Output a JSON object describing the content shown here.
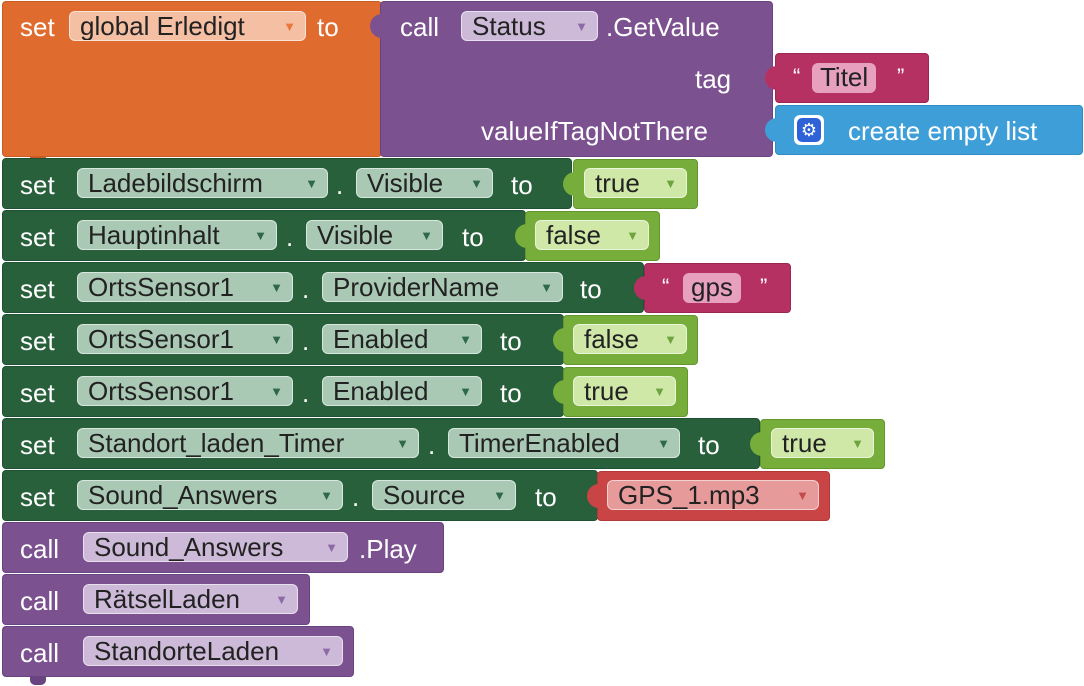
{
  "colors": {
    "variables_orange": "#e06b2e",
    "procedures_purple": "#7b5190",
    "component_setter_green": "#27603b",
    "logic_green": "#77ad3a",
    "text_magenta": "#b53162",
    "lists_blue": "#3e9fd8",
    "asset_red": "#c94545"
  },
  "global_set": {
    "set_label": "set",
    "var_name": "global Erledigt",
    "to_label": "to"
  },
  "get_value_call": {
    "call_label": "call",
    "component": "Status",
    "method": ".GetValue",
    "tag_label": "tag",
    "tag_value": "Titel",
    "default_label": "valueIfTagNotThere",
    "default_value": "create empty list",
    "default_icon": "gear-icon"
  },
  "text_quotes": {
    "open": "“",
    "close": "”"
  },
  "setters": [
    {
      "set_label": "set",
      "component": "Ladebildschirm",
      "property": "Visible",
      "to_label": "to",
      "value": "true",
      "value_kind": "logic"
    },
    {
      "set_label": "set",
      "component": "Hauptinhalt",
      "property": "Visible",
      "to_label": "to",
      "value": "false",
      "value_kind": "logic"
    },
    {
      "set_label": "set",
      "component": "OrtsSensor1",
      "property": "ProviderName",
      "to_label": "to",
      "value": "gps",
      "value_kind": "text"
    },
    {
      "set_label": "set",
      "component": "OrtsSensor1",
      "property": "Enabled",
      "to_label": "to",
      "value": "false",
      "value_kind": "logic"
    },
    {
      "set_label": "set",
      "component": "OrtsSensor1",
      "property": "Enabled",
      "to_label": "to",
      "value": "true",
      "value_kind": "logic"
    },
    {
      "set_label": "set",
      "component": "Standort_laden_Timer",
      "property": "TimerEnabled",
      "to_label": "to",
      "value": "true",
      "value_kind": "logic"
    },
    {
      "set_label": "set",
      "component": "Sound_Answers",
      "property": "Source",
      "to_label": "to",
      "value": "GPS_1.mp3",
      "value_kind": "asset"
    }
  ],
  "calls": [
    {
      "call_label": "call",
      "target": "Sound_Answers",
      "suffix": ".Play"
    },
    {
      "call_label": "call",
      "target": "RätselLaden",
      "suffix": ""
    },
    {
      "call_label": "call",
      "target": "StandorteLaden",
      "suffix": ""
    }
  ],
  "dot_separator": "."
}
